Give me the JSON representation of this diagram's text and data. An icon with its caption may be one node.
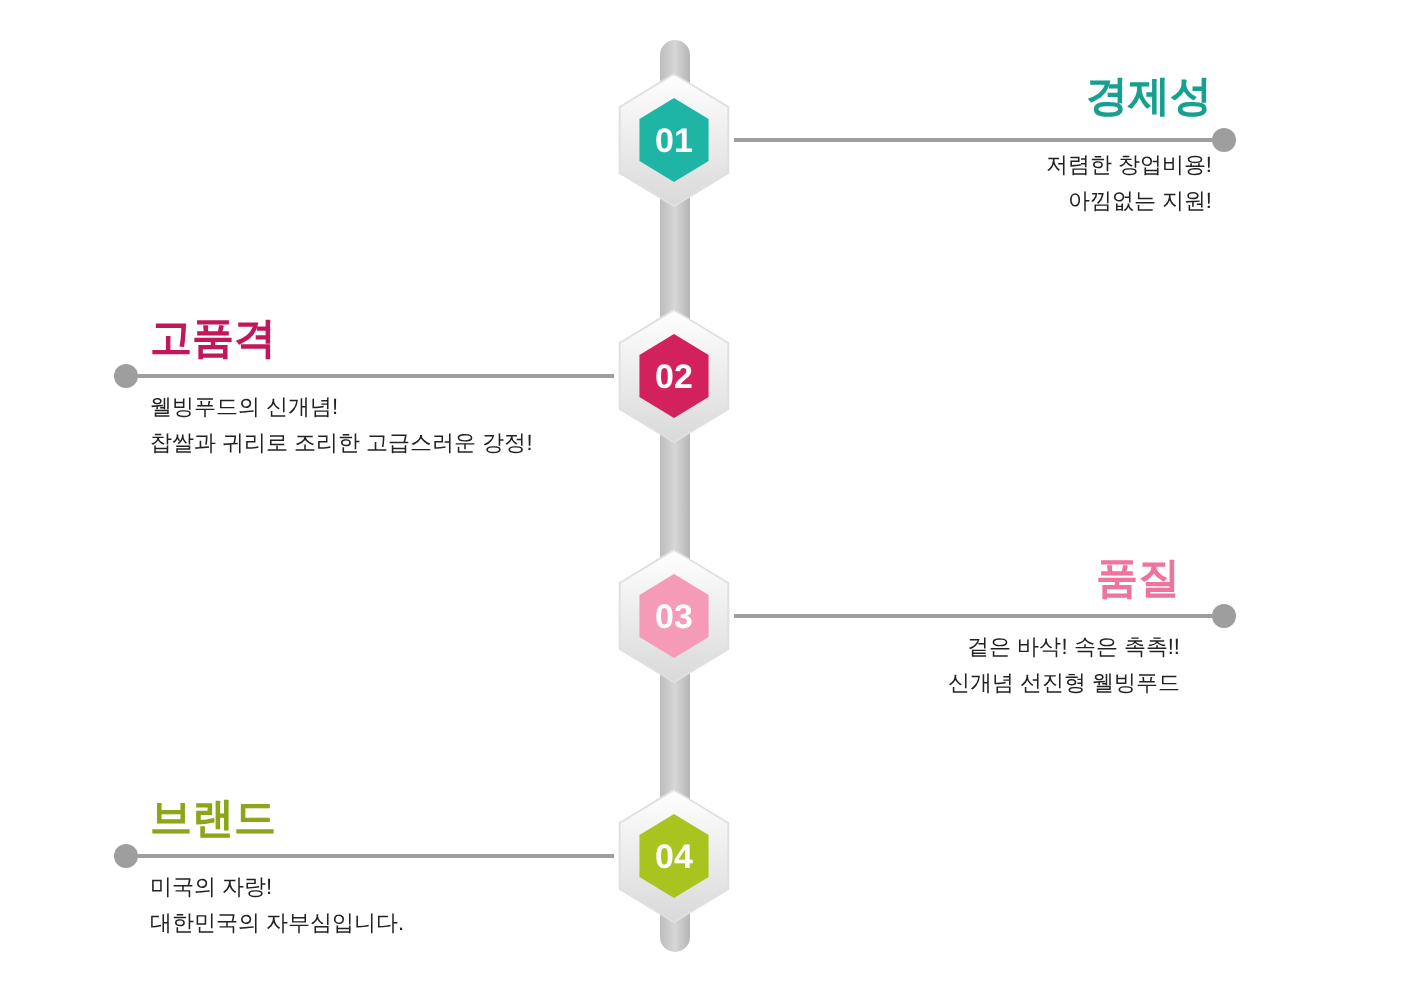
{
  "diagram": {
    "nodes": [
      {
        "text": [
          "01"
        ]
      },
      {
        "text": [],
        "shape": "circle",
        "beside": [
          "경제성",
          "저렴한 창업비용!",
          "아낌없는 지원!"
        ]
      },
      {
        "text": [
          "02"
        ]
      },
      {
        "text": [],
        "shape": "circle",
        "beside": [
          "고품격",
          "웰빙푸드의 신개념!",
          "찹쌀과 귀리로 조리한 고급스러운 강정!"
        ]
      },
      {
        "text": [
          "03"
        ]
      },
      {
        "text": [],
        "shape": "circle",
        "beside": [
          "품질",
          "겉은 바삭! 속은 촉촉!!",
          "신개념 선진형 웰빙푸드"
        ]
      },
      {
        "text": [
          "04"
        ]
      },
      {
        "text": [],
        "shape": "circle",
        "beside": [
          "브랜드",
          "미국의 자랑!",
          "대한민국의 자부심입니다."
        ]
      }
    ],
    "edges": [
      {
        "from": 0,
        "to": 1,
        "arrow": "none"
      },
      {
        "from": 2,
        "to": 3,
        "arrow": "none"
      },
      {
        "from": 4,
        "to": 5,
        "arrow": "none"
      },
      {
        "from": 6,
        "to": 7,
        "arrow": "none"
      }
    ]
  }
}
